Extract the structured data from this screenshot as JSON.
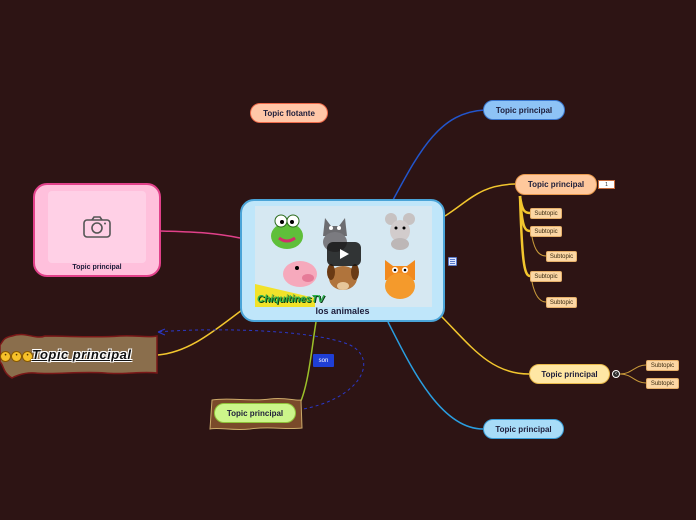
{
  "colors": {
    "background": "#2d1414",
    "central_fill": "#bfe6fa",
    "blue_topic": "#8ec3f6",
    "orange_topic": "#ffc89c",
    "yellow_topic": "#ffe7a4",
    "green_topic": "#ccf68a",
    "float_topic": "#ffc7a8",
    "subtopic": "#fcd7a4",
    "relationship_label": "#1f3fd6"
  },
  "central": {
    "label": "los animales",
    "media": {
      "kind": "video",
      "brand": "ChiquitinesTV",
      "icon": "play-icon"
    }
  },
  "floating_topic": {
    "label": "Topic flotante"
  },
  "image_topic": {
    "label": "Topic principal",
    "icon": "camera-icon"
  },
  "wavy_topic": {
    "label": "Topic principal",
    "emoji_count": 3
  },
  "green_topic": {
    "label": "Topic principal"
  },
  "relationship": {
    "label": "son"
  },
  "topics": [
    {
      "label": "Topic principal"
    },
    {
      "label": "Topic principal",
      "comment_count": "1",
      "subtopics": [
        "Subtopic",
        "Subtopic",
        "Subtopic",
        "Subtopic",
        "Subtopic"
      ]
    },
    {
      "label": "Topic principal",
      "subtopics": [
        "Subtopic",
        "Subtopic"
      ]
    },
    {
      "label": "Topic principal"
    }
  ],
  "icons": {
    "note": "note-icon",
    "comment": "comment-icon",
    "collapse": "collapse-toggle-icon"
  }
}
